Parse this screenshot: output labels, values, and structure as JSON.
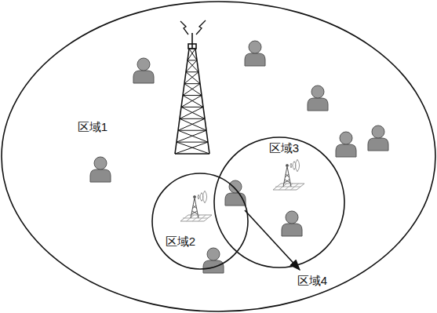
{
  "diagram": {
    "nodes": [
      {
        "text": [
          "区域1"
        ]
      },
      {
        "text": [
          "区域2"
        ],
        "in": 0
      },
      {
        "text": [
          "区域3"
        ],
        "in": 0
      }
    ],
    "labels": [
      "区域4"
    ]
  }
}
